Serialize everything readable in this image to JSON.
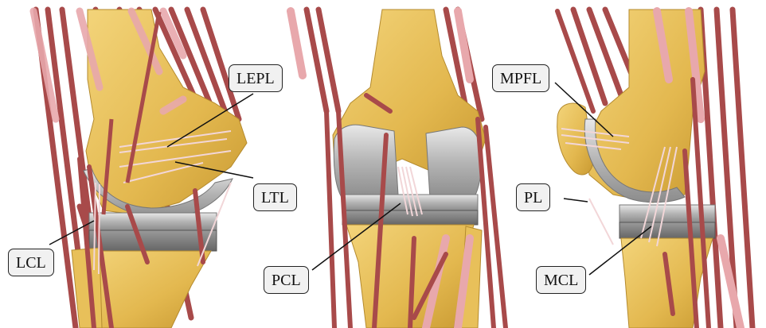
{
  "figure": {
    "panels": [
      {
        "view": "lateral",
        "labels": [
          "LEPL",
          "LTL",
          "LCL"
        ]
      },
      {
        "view": "posterior",
        "labels": [
          "PCL"
        ]
      },
      {
        "view": "medial",
        "labels": [
          "MPFL",
          "PL",
          "MCL"
        ]
      }
    ]
  },
  "labels": {
    "lepl": "LEPL",
    "ltl": "LTL",
    "lcl": "LCL",
    "pcl": "PCL",
    "mpfl": "MPFL",
    "pl": "PL",
    "mcl": "MCL"
  },
  "colors": {
    "bone": "#e8c05a",
    "bone_shadow": "#c99a32",
    "implant": "#b8b8b8",
    "muscle": "#a84a4a",
    "tendon_pink": "#e8a8ac",
    "ligament": "#f2d6d8"
  }
}
